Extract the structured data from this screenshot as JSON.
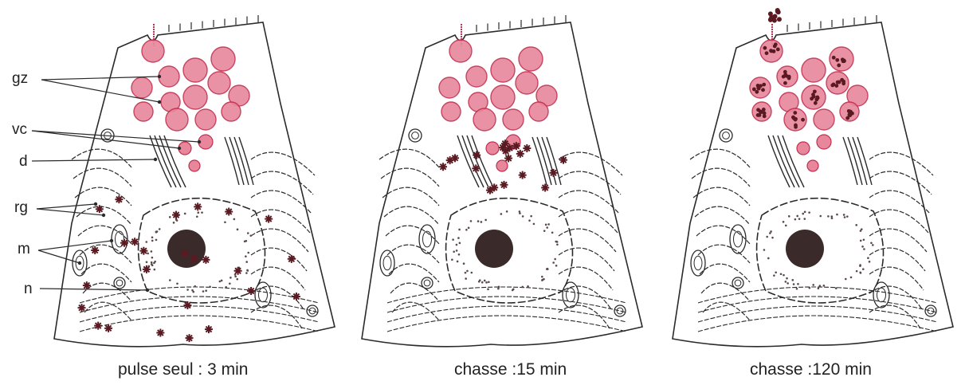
{
  "labels": {
    "gz": "gz",
    "vc": "vc",
    "d": "d",
    "rg": "rg",
    "m": "m",
    "n": "n"
  },
  "panels": [
    {
      "caption": "pulse seul : 3 min",
      "stage": "pulse"
    },
    {
      "caption": "chasse :15 min",
      "stage": "chase15"
    },
    {
      "caption": "chasse :120  min",
      "stage": "chase120"
    }
  ],
  "colors": {
    "granule_fill": "#e8879c",
    "granule_stroke": "#c0304f",
    "label_dark": "#5a1a22",
    "ink": "#2a2a2a"
  }
}
